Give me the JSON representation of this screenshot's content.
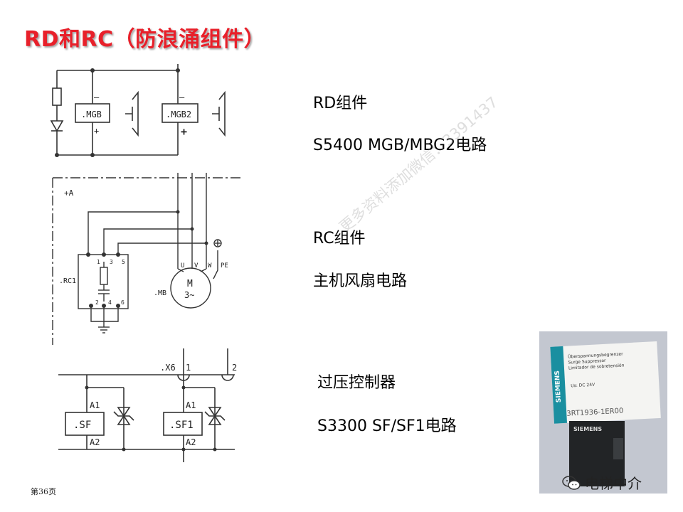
{
  "title": "RD和RC（防浪涌组件）",
  "labels": {
    "rd_title": "RD组件",
    "rd_circuit": "S5400 MGB/MBG2电路",
    "rc_title": "RC组件",
    "rc_circuit": "主机风扇电路",
    "ov_title": "过压控制器",
    "ov_circuit": "S3300 SF/SF1电路"
  },
  "schematic": {
    "mgb": ".MGB",
    "mgb2": ".MGB2",
    "minus": "–",
    "plus": "+",
    "plus_a": "+A",
    "rc1": ".RC1",
    "mb": ".MB",
    "motor_m": "M",
    "motor_3": "3~",
    "u": "U",
    "v": "V",
    "w": "W",
    "pe": "PE",
    "t1": "1",
    "t2": "2",
    "t3": "3",
    "t4": "4",
    "t5": "5",
    "t6": "6",
    "x6": ".X6",
    "x6_1": "1",
    "x6_2": "2",
    "sf": ".SF",
    "sf1": ".SF1",
    "a1": "A1",
    "a2": "A2"
  },
  "photo": {
    "box_text_1": "Überspannungsbegrenzer",
    "box_text_2": "Surge Suppressor",
    "box_text_3": "Limitador de sobretensión",
    "brand": "SIEMENS",
    "voltage": "Us: DC 24V",
    "part_no": "3RT1936-1ER00",
    "device_brand": "SIEMENS"
  },
  "watermark": "更多资料添加微信：3391437",
  "footer": {
    "page": "第36页",
    "brand": "电梯中介"
  },
  "colors": {
    "title": "#e8202a",
    "line": "#333333"
  }
}
